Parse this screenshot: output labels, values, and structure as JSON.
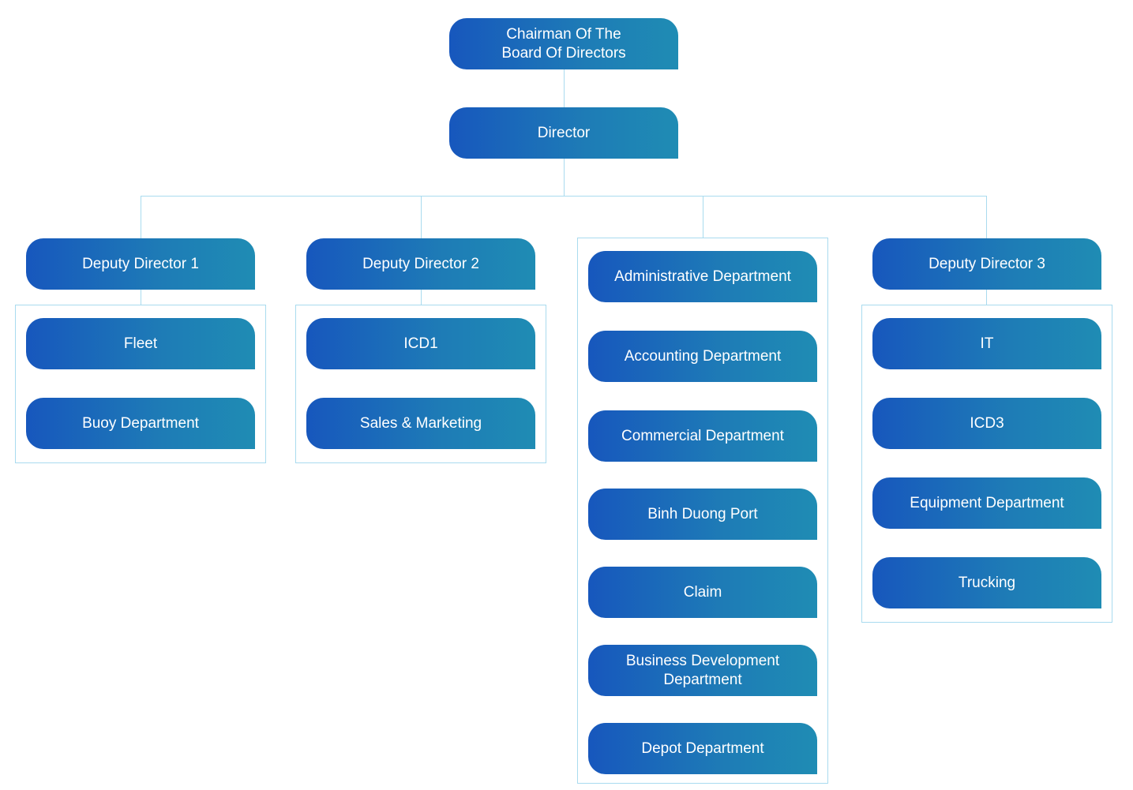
{
  "chairman": {
    "label": "Chairman Of The\nBoard Of Directors"
  },
  "director": {
    "label": "Director"
  },
  "branches": [
    {
      "head": "Deputy Director 1",
      "items": [
        "Fleet",
        "Buoy Department"
      ]
    },
    {
      "head": "Deputy Director 2",
      "items": [
        "ICD1",
        "Sales & Marketing"
      ]
    },
    {
      "head": "",
      "items": [
        "Administrative Department",
        "Accounting Department",
        "Commercial Department",
        "Binh Duong Port",
        "Claim",
        "Business Development\nDepartment",
        "Depot Department"
      ]
    },
    {
      "head": "Deputy Director 3",
      "items": [
        "IT",
        "ICD3",
        "Equipment Department",
        "Trucking"
      ]
    }
  ],
  "colors": {
    "node_start": "#1757bd",
    "node_end": "#1f8cb4",
    "connector": "#a9dbef"
  }
}
